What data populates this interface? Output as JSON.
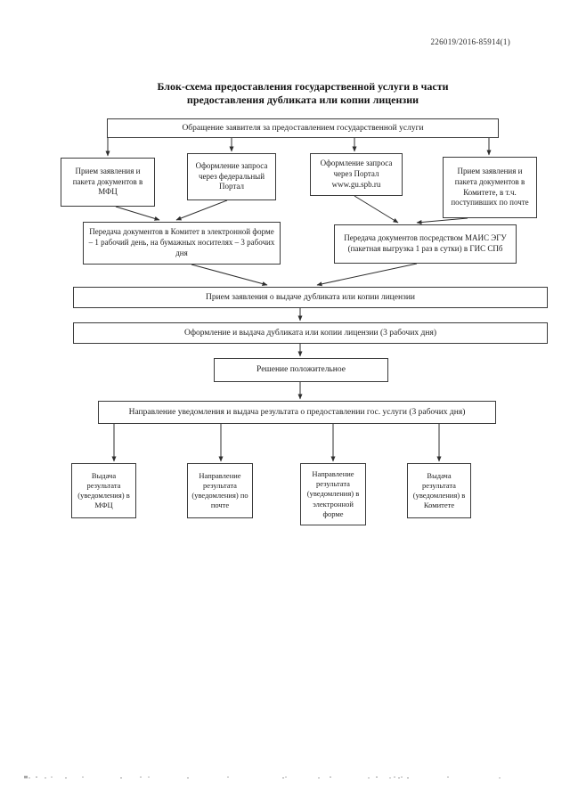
{
  "document": {
    "number": "226019/2016-85914(1)",
    "title": {
      "line1": "Блок-схема предоставления государственной услуги в части",
      "line2": "предоставления дубликата или копии лицензии"
    }
  },
  "flowchart": {
    "nodes": {
      "appeal": "Обращение заявителя за предоставлением государственной услуги",
      "mfc_intake": "Прием заявления и пакета документов в МФЦ",
      "federal_portal": "Оформление запроса через федеральный Портал",
      "spb_portal": "Оформление запроса через Портал www.gu.spb.ru",
      "committee_intake": "Прием заявления и пакета документов в Комитете, в т.ч. поступивших по почте",
      "transfer_committee": "Передача документов в Комитет в электронной форме – 1 рабочий день, на бумажных носителях – 3 рабочих дня",
      "transfer_mais": "Передача документов посредством МАИС ЭГУ (пакетная выгрузка 1 раз в сутки) в ГИС СПб",
      "application_accept": "Прием заявления о выдаче дубликата или копии лицензии",
      "issue": "Оформление и выдача дубликата или копии лицензии (3 рабочих дня)",
      "positive_decision": "Решение положительное",
      "notify": "Направление уведомления и выдача результата о предоставлении гос. услуги (3 рабочих дня)",
      "result_mfc": "Выдача результата (уведомления) в МФЦ",
      "result_mail": "Направление результата (уведомления) по почте",
      "result_electronic": "Направление результата (уведомления) в электронной форме",
      "result_committee": "Выдача результата (уведомления) в Комитете"
    }
  }
}
